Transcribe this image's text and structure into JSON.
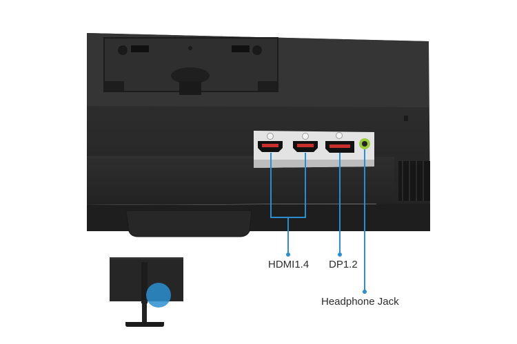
{
  "labels": {
    "hdmi": "HDMI1.4",
    "dp": "DP1.2",
    "headphone": "Headphone Jack"
  },
  "ports": [
    {
      "icon": "hdmi-port-icon"
    },
    {
      "icon": "hdmi-port-icon"
    },
    {
      "icon": "displayport-icon"
    },
    {
      "icon": "headphone-jack-icon"
    }
  ],
  "colors": {
    "accent": "#2a8fd0",
    "monitor_body": "#2b2b2b",
    "port_panel": "#dcdcdc",
    "jack_ring": "#9ccc3c"
  }
}
